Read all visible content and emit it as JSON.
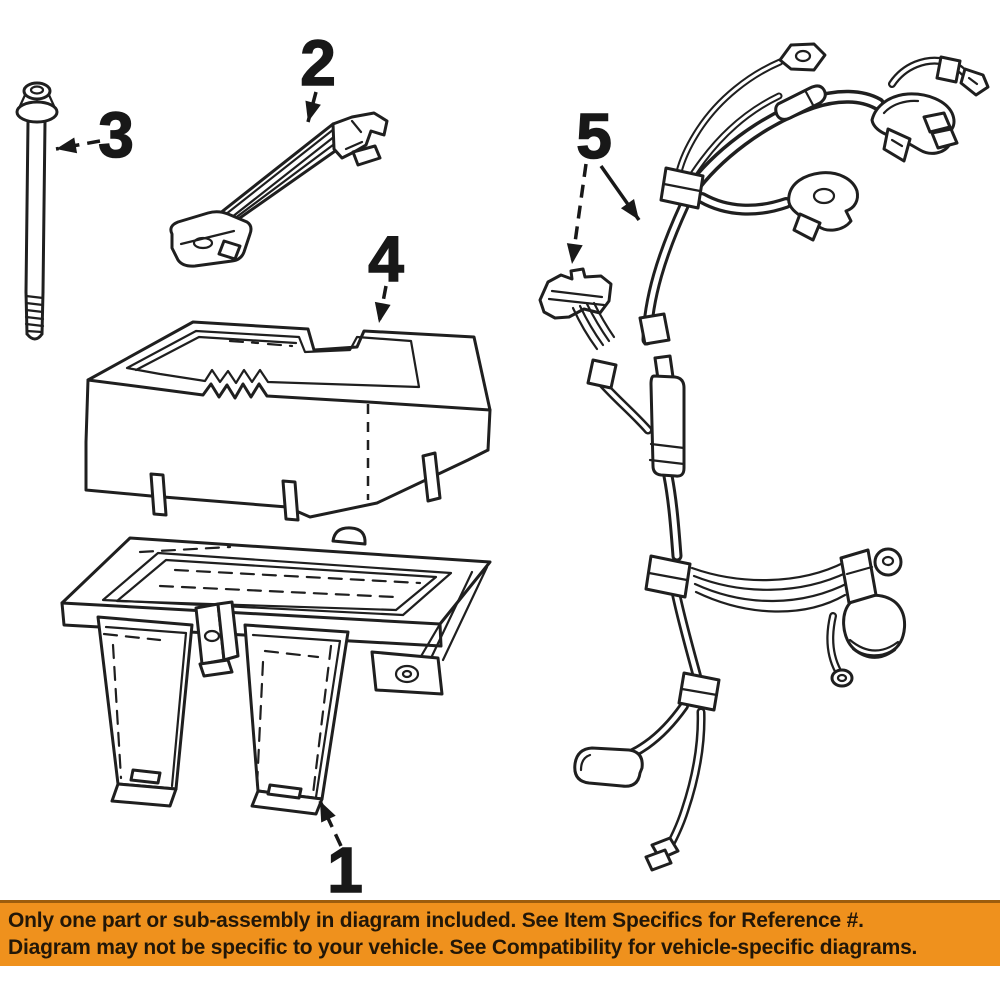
{
  "page": {
    "background": "#ffffff"
  },
  "diagram": {
    "line_color": "#1f1f1f",
    "callouts": {
      "c1": {
        "label": "1"
      },
      "c2": {
        "label": "2"
      },
      "c3": {
        "label": "3"
      },
      "c4": {
        "label": "4"
      },
      "c5": {
        "label": "5"
      }
    }
  },
  "banner": {
    "background": "#ef911d",
    "border_top_color": "#9c5d0d",
    "text_color": "#221708",
    "line1": "Only one part or sub-assembly in diagram included. See Item Specifics for Reference #.",
    "line2": "Diagram may not be specific to your vehicle. See Compatibility for vehicle-specific diagrams."
  }
}
